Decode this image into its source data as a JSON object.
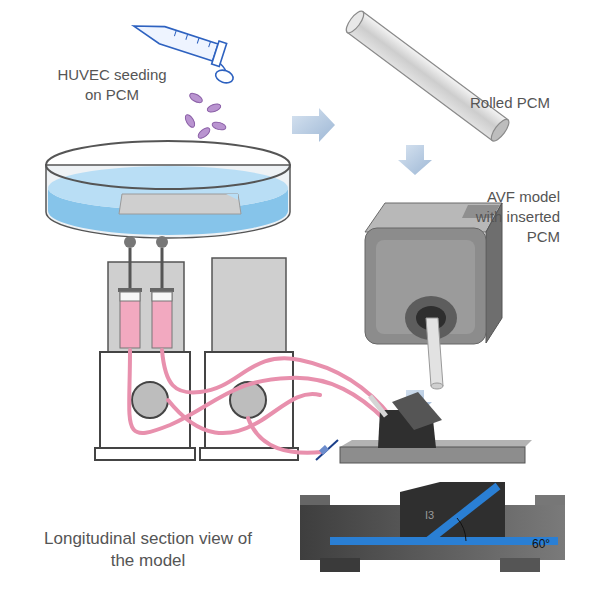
{
  "diagram": {
    "nodes": [
      {
        "text": [
          "HUVEC seeding on PCM"
        ]
      },
      {
        "text": [
          "Rolled PCM"
        ]
      },
      {
        "text": [
          "AVF model with inserted PCM"
        ]
      },
      {
        "text": [
          "Longitudinal section view of the model"
        ]
      }
    ],
    "edges": [
      {
        "from": 0,
        "to": 1,
        "arrow": "to"
      },
      {
        "from": 1,
        "to": 2,
        "arrow": "to"
      }
    ],
    "labels": [
      "I3",
      "60°"
    ]
  }
}
